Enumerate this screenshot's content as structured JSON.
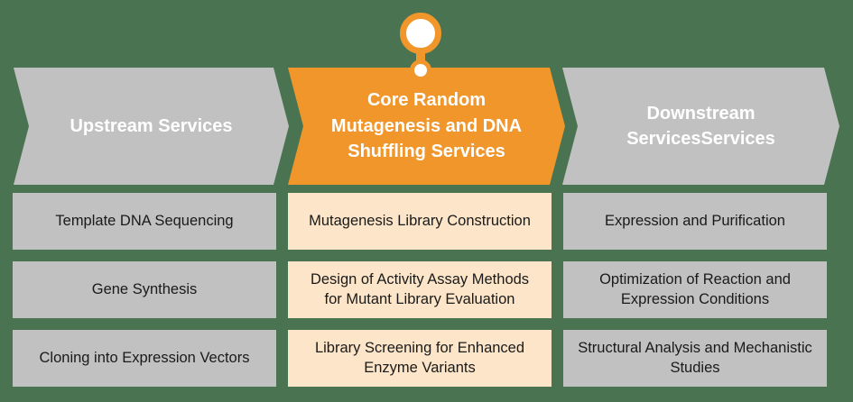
{
  "colors": {
    "background_green": "#4A7451",
    "gray": "#C1C1C1",
    "orange": "#F0962B",
    "cream": "#FCE5C8",
    "header_text": "#FFFFFF",
    "box_text": "#1A1A1A"
  },
  "marker": {
    "name": "location-pin",
    "points_to": "Core Random Mutagenesis and DNA Shuffling Services"
  },
  "columns": [
    {
      "header": "Upstream Services",
      "style": "gray",
      "items": [
        "Template DNA Sequencing",
        "Gene Synthesis",
        "Cloning into Expression Vectors"
      ]
    },
    {
      "header": "Core Random Mutagenesis and DNA Shuffling Services",
      "style": "orange",
      "items": [
        "Mutagenesis Library Construction",
        "Design of Activity Assay Methods for Mutant Library Evaluation",
        "Library Screening for Enhanced Enzyme Variants"
      ]
    },
    {
      "header": "Downstream ServicesServices",
      "style": "gray",
      "items": [
        "Expression and Purification",
        "Optimization of Reaction and Expression Conditions",
        "Structural Analysis and Mechanistic Studies"
      ]
    }
  ]
}
